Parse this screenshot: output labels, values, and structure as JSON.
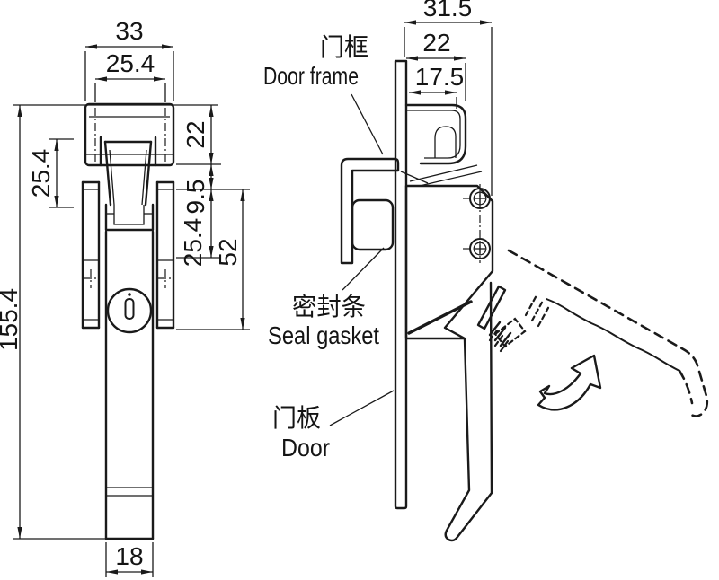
{
  "figure": {
    "kind": "engineering-drawing",
    "line_color": "#1a1a1a",
    "background": "#ffffff"
  },
  "front_view": {
    "dims": {
      "keeper_width": "33",
      "keeper_inner_width": "25.4",
      "total_height": "155.4",
      "latch_length": "25.4",
      "keeper_height": "22",
      "frame_gap": "9.5",
      "body_upper_height": "25.4",
      "body_height": "52",
      "handle_width": "18"
    }
  },
  "side_view": {
    "dims": {
      "total_depth": "31.5",
      "keeper_depth": "22",
      "hook_depth": "17.5"
    },
    "labels": {
      "door_frame_zh": "门框",
      "door_frame_en": "Door frame",
      "seal_gasket_zh": "密封条",
      "seal_gasket_en": "Seal gasket",
      "door_zh": "门板",
      "door_en": "Door"
    }
  }
}
